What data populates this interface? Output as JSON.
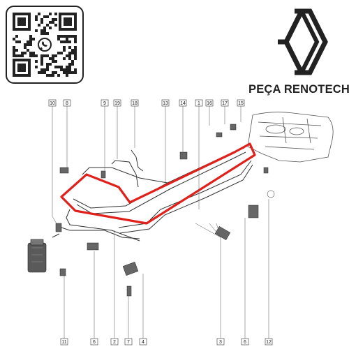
{
  "brand": {
    "name": "PEÇA RENOTECH"
  },
  "qr": {
    "icon": "whatsapp-icon"
  },
  "callouts": {
    "top": [
      "10",
      "8",
      "9",
      "19",
      "18",
      "13",
      "14",
      "1",
      "16",
      "17",
      "15"
    ],
    "bottom": [
      "11",
      "6",
      "2",
      "7",
      "4",
      "3",
      "6",
      "12"
    ]
  },
  "colors": {
    "highlight": "#e0201b",
    "line": "#333333"
  }
}
